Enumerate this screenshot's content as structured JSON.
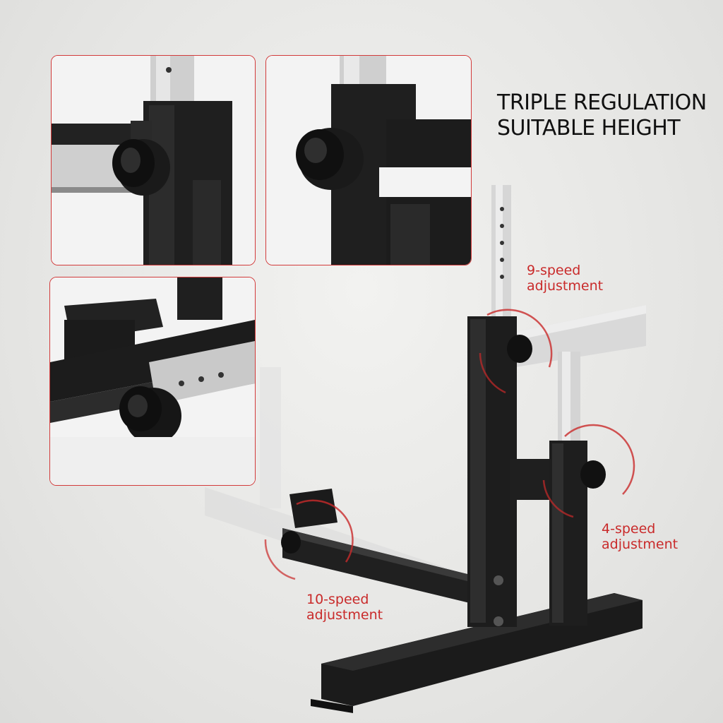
{
  "headline": {
    "line1": "TRIPLE REGULATION",
    "line2": "SUITABLE HEIGHT"
  },
  "callouts": {
    "nine_speed": {
      "line1": "9-speed",
      "line2": "adjustment"
    },
    "four_speed": {
      "line1": "4-speed",
      "line2": "adjustment"
    },
    "ten_speed": {
      "line1": "10-speed",
      "line2": "adjustment"
    }
  },
  "colors": {
    "accent_red": "#c92a2a",
    "frame_black": "#1a1a1a",
    "steel": "#d9d9d9",
    "background": "#e9e9e7"
  }
}
